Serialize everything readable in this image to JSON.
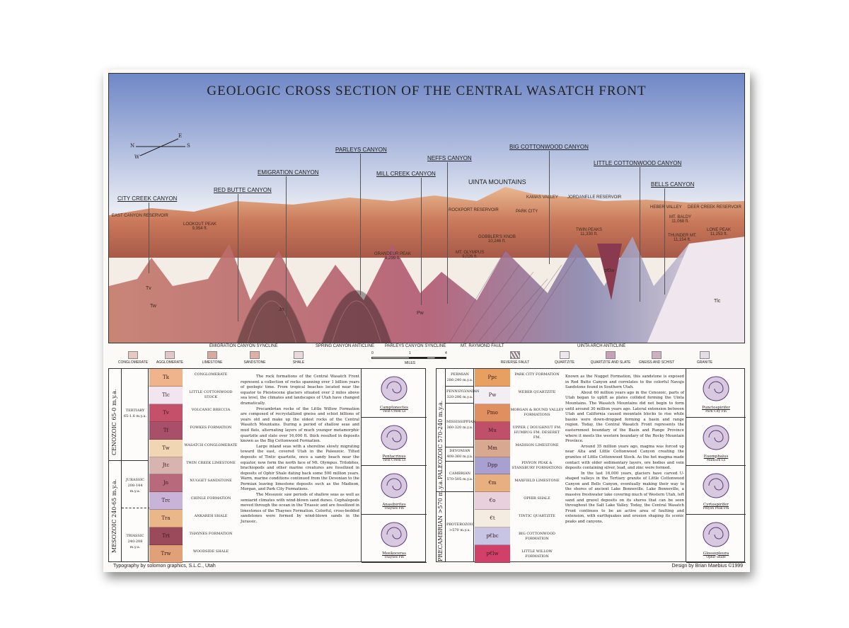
{
  "title": "GEOLOGIC CROSS  SECTION OF THE CENTRAL WASATCH FRONT",
  "compass": {
    "n": "N",
    "s": "S",
    "e": "E",
    "w": "W"
  },
  "canyons": [
    "CITY CREEK CANYON",
    "RED BUTTE CANYON",
    "EMIGRATION CANYON",
    "PARLEYS CANYON",
    "MILL CREEK CANYON",
    "NEFFS CANYON",
    "BIG COTTONWOOD CANYON",
    "LITTLE COTTONWOOD CANYON",
    "BELLS CANYON"
  ],
  "region_label": "UINTA MOUNTAINS",
  "places": [
    "EAST CANYON RESERVOIR",
    "ROCKPORT RESERVOIR",
    "PARK CITY",
    "KAMAS VALLEY",
    "JORDANELLE RESERVOIR",
    "HEBER VALLEY",
    "DEER CREEK RESERVOIR"
  ],
  "peaks": [
    {
      "name": "LOOKOUT PEAK",
      "elev": "9,954 ft."
    },
    {
      "name": "GRANDEUR PEAK",
      "elev": "8,299 ft."
    },
    {
      "name": "MT. OLYMPUS",
      "elev": "9,026 ft."
    },
    {
      "name": "GOBBLER'S KNOB",
      "elev": "10,246 ft."
    },
    {
      "name": "TWIN PEAKS",
      "elev": "11,330 ft."
    },
    {
      "name": "MT. BALDY",
      "elev": "11,068 ft."
    },
    {
      "name": "THUNDER MT.",
      "elev": "11,154 ft."
    },
    {
      "name": "LONE PEAK",
      "elev": "11,253 ft."
    }
  ],
  "structures": [
    "EMIGRATION CANYON SYNCLINE",
    "SPRING CANYON ANTICLINE",
    "PARLEYS CANYON SYNCLINE",
    "MT. RAYMOND FAULT",
    "UINTA ARCH ANTICLINE"
  ],
  "unit_labels": [
    "Tv",
    "Tw",
    "Jn",
    "Pw",
    "p€lw",
    "Tlc"
  ],
  "legend": [
    {
      "label": "CONGLOMERATE",
      "color": "#e8c9c0"
    },
    {
      "label": "AGGLOMERATE",
      "color": "#e4c8c8"
    },
    {
      "label": "LIMESTONE",
      "color": "#d9a9a0"
    },
    {
      "label": "SANDSTONE",
      "color": "#dcb0a8"
    },
    {
      "label": "SHALE",
      "color": "#e9d8dc"
    },
    {
      "label": "REVERSE FAULT",
      "color": "#8a7a80"
    },
    {
      "label": "QUARTZITE",
      "color": "#ede6ee"
    },
    {
      "label": "QUARTZITE AND SLATE",
      "color": "#c8a0b8"
    },
    {
      "label": "GNEISS AND SCHIST",
      "color": "#cfb0c0"
    },
    {
      "label": "GRANITE",
      "color": "#e6dce6"
    }
  ],
  "scale": {
    "ticks": [
      "0",
      "1",
      "4"
    ],
    "unit": "MILES"
  },
  "left_column": {
    "eras": [
      {
        "label": "CENOZOIC 65-0 m.y.a."
      },
      {
        "label": "MESOZOIC 240-65 m.y.a."
      }
    ],
    "periods": [
      {
        "name": "TERTIARY",
        "age": "65-1.6 m.y.a."
      },
      {
        "name": "JURASSIC",
        "age": "208-144 m.y.a."
      },
      {
        "name": "TRIASSIC",
        "age": "240-208 m.y.a."
      }
    ],
    "units": [
      {
        "sym": "Tk",
        "name": "CONGLOMERATE",
        "color": "#f0b48c"
      },
      {
        "sym": "Tlc",
        "name": "LITTLE COTTONWOOD STOCK",
        "color": "#f1e6ef"
      },
      {
        "sym": "Tv",
        "name": "VOLCANIC BRECCIA",
        "color": "#c4506a"
      },
      {
        "sym": "Tf",
        "name": "FOWKES FORMATION",
        "color": "#a8506a"
      },
      {
        "sym": "Tw",
        "name": "WASATCH CONGLOMERATE",
        "color": "#f1d6b4"
      },
      {
        "sym": "Jtc",
        "name": "TWIN CREEK LIMESTONE",
        "color": "#d8b4b0"
      },
      {
        "sym": "Jn",
        "name": "NUGGET SANDSTONE",
        "color": "#b86a7c"
      },
      {
        "sym": "Trc",
        "name": "CHINLE FORMATION",
        "color": "#c8b4d8"
      },
      {
        "sym": "Tra",
        "name": "ANKAREH SHALE",
        "color": "#eab888"
      },
      {
        "sym": "Trt",
        "name": "THAYNES FORMATION",
        "color": "#9a4a5a"
      },
      {
        "sym": "Trw",
        "name": "WOODSIDE SHALE",
        "color": "#e0a078"
      }
    ]
  },
  "text_left": [
    "The rock formations of the Central Wasatch Front represent a collection of rocks spanning over 1 billion years of geologic time. From tropical beaches located near the equator to Pleistocene glaciers situated over 2 miles above sea level, the climates and landscapes of Utah have changed dramatically.",
    "Precambrian rocks of the Little Willow Formation are composed of recrystallized gneiss and schist billions of years old and make up the oldest rocks of the Central Wasatch Mountains. During a period of shallow seas and mud flats, alternating layers of much younger metamorphic quartzite and slate over 16,000 ft. thick resulted in deposits known as the Big Cottonwood Formation.",
    "Large inland seas with a shoreline slowly migrating toward the east, covered Utah in the Paleozoic. Tilted deposits of Tintic quartzite, once a sandy beach near the equator, now form the north face of Mt. Olympus. Trilobites, brachiopods and other marine creatures are fossilized in deposits of Ophir Shale dating back some 500 million years. Warm, marine conditions continued from the Devonian to the Permian leaving limestone deposits such as the Madison, Morgan, and Park City Formations.",
    "The Mesozoic saw periods of shallow seas as well as semiarid climates with wind-blown sand dunes. Cephalopods moved through the ocean in the Triassic and are fossilized in limestones of the Thaynes Formation. Colorful, cross-bedded sandstones were formed by wind-blown sands in the Jurassic."
  ],
  "fossils_left": [
    {
      "name": "Camptonectes",
      "loc": "Twin Creek Ls"
    },
    {
      "name": "Pentacrinus",
      "loc": "Twin Creek Ls"
    },
    {
      "name": "Anasibirites",
      "loc": "Thaynes Fm"
    },
    {
      "name": "Meekoceras",
      "loc": "Thaynes Fm"
    }
  ],
  "right_column": {
    "eras": [
      {
        "label": "PALEOZOIC 570-240 m.y.a."
      },
      {
        "label": "PRECAMBRIAN >570 m.y.a."
      }
    ],
    "periods": [
      {
        "name": "PERMIAN",
        "age": "286-240 m.y.a."
      },
      {
        "name": "PENNSYLVANIAN",
        "age": "320-286 m.y.a."
      },
      {
        "name": "MISSISSIPPIAN",
        "age": "360-320 m.y.a."
      },
      {
        "name": "DEVONIAN",
        "age": "408-360 m.y.a."
      },
      {
        "name": "CAMBRIAN",
        "age": "570-505 m.y.a."
      },
      {
        "name": "PROTEROZOIC",
        "age": ">570 m.y.a."
      }
    ],
    "units": [
      {
        "sym": "Ppc",
        "name": "PARK CITY FORMATION",
        "color": "#e8a060"
      },
      {
        "sym": "Pw",
        "name": "WEBER QUARTZITE",
        "color": "#f3eef3"
      },
      {
        "sym": "Pmo",
        "name": "MORGAN & ROUND VALLEY FORMATIONS",
        "color": "#e09060"
      },
      {
        "sym": "Mu",
        "name": "UPPER { DOUGHNUT FM. HUMBUG FM. DESERET FM.",
        "color": "#c0506a"
      },
      {
        "sym": "Mm",
        "name": "MADISON LIMESTONE",
        "color": "#d8a890"
      },
      {
        "sym": "Dpp",
        "name": "PINYON PEAK & STANSBURY FORMATIONS",
        "color": "#a8a0d0"
      },
      {
        "sym": "€m",
        "name": "MAXFIELD LIMESTONE",
        "color": "#e8b080"
      },
      {
        "sym": "€o",
        "name": "OPHIR SHALE",
        "color": "#e8d0dc"
      },
      {
        "sym": "€t",
        "name": "TINTIC QUARTZITE",
        "color": "#f4ece0"
      },
      {
        "sym": "p€bc",
        "name": "BIG COTTONWOOD FORMATION",
        "color": "#c8c4e4"
      },
      {
        "sym": "p€lw",
        "name": "LITTLE WILLOW FORMATION",
        "color": "#d04068"
      }
    ]
  },
  "text_right": [
    "Known as the Nugget Formation, this sandstone is exposed in Red Butte Canyon and correlates to the colorful Navajo Sandstone found in Southern Utah.",
    "About 60 million years ago in the Cenozoic, parts of Utah began to uplift as plates collided forming the Uinta Mountains. The Wasatch Mountains did not begin to form until around 30 million years ago. Lateral extension between Utah and California caused mountain blocks to rise while basins were down-dropped forming a basin and range region. Today, the Central Wasatch Front represents the easternmost boundary of the Basin and Range Province where it meets the western boundary of the Rocky Mountain Province.",
    "Around 35 million years ago, magma was forced up near Alta and Little Cottonwood Canyon creating the granites of Little Cottonwood Stock. As the hot magma made contact with older sedimentary layers, ore bodies and vein deposits containing silver, lead, and zinc were formed.",
    "In the last 16,000 years, glaciers have carved U-shaped valleys in the Tertiary granite of Little Cottonwood Canyon and Bells Canyon, eventually making their way to the shores of ancient Lake Bonneville. Lake Bonneville, a massive freshwater lake covering much of Western Utah, left sand and gravel deposits on its shores that can be seen throughout the Salt Lake Valley. Today, the Central Wasatch Front continues to be an active area of faulting and extension, with earthquakes and erosion shaping its scenic peaks and canyons."
  ],
  "fossils_right": [
    {
      "name": "Punctospirifer",
      "loc": "Park City Fm"
    },
    {
      "name": "Euomphalus",
      "loc": "Madison Ls"
    },
    {
      "name": "Cyrtospirifer",
      "loc": "Pinyon Peak Fm"
    },
    {
      "name": "Glossopleura",
      "loc": "Ophir Shale"
    }
  ],
  "credits": {
    "left": "Typography by solomon graphics, S.L.C., Utah",
    "right": "Design by Brian Maebius  ©1999"
  }
}
